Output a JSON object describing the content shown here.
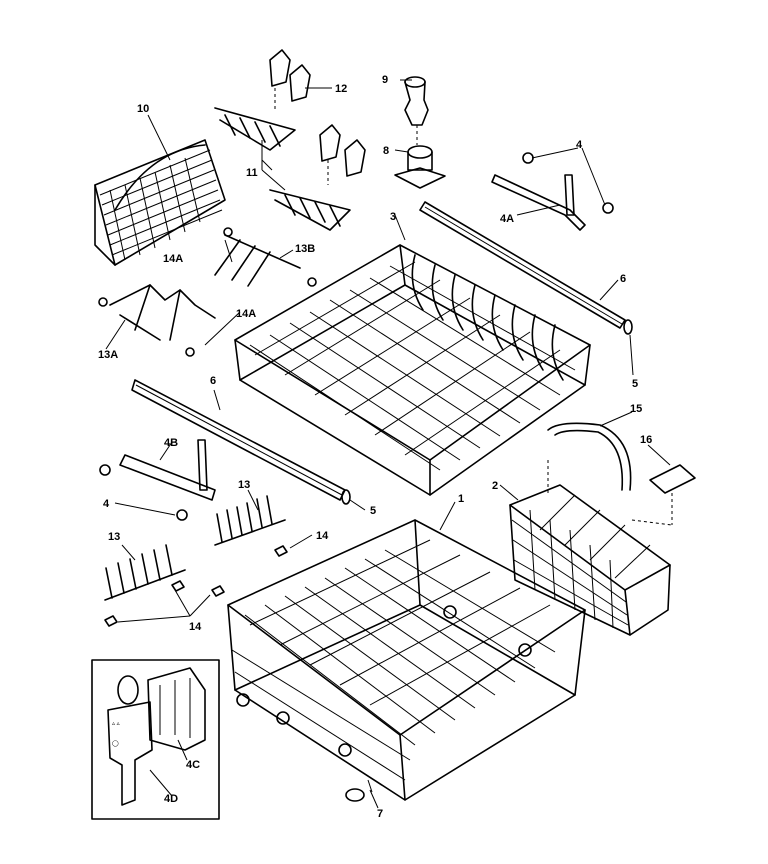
{
  "labels": {
    "l1": "1",
    "l2": "2",
    "l3": "3",
    "l4_top": "4",
    "l4a": "4A",
    "l4b": "4B",
    "l4_left": "4",
    "l4c": "4C",
    "l4d": "4D",
    "l5_top": "5",
    "l5_mid": "5",
    "l6_top": "6",
    "l6_left": "6",
    "l7": "7",
    "l8": "8",
    "l9": "9",
    "l10": "10",
    "l11": "11",
    "l12": "12",
    "l13a": "13A",
    "l13b": "13B",
    "l13_mid": "13",
    "l13_left": "13",
    "l14a_top": "14A",
    "l14a_bot": "14A",
    "l14_mid": "14",
    "l14_bot": "14",
    "l15": "15",
    "l16": "16"
  }
}
